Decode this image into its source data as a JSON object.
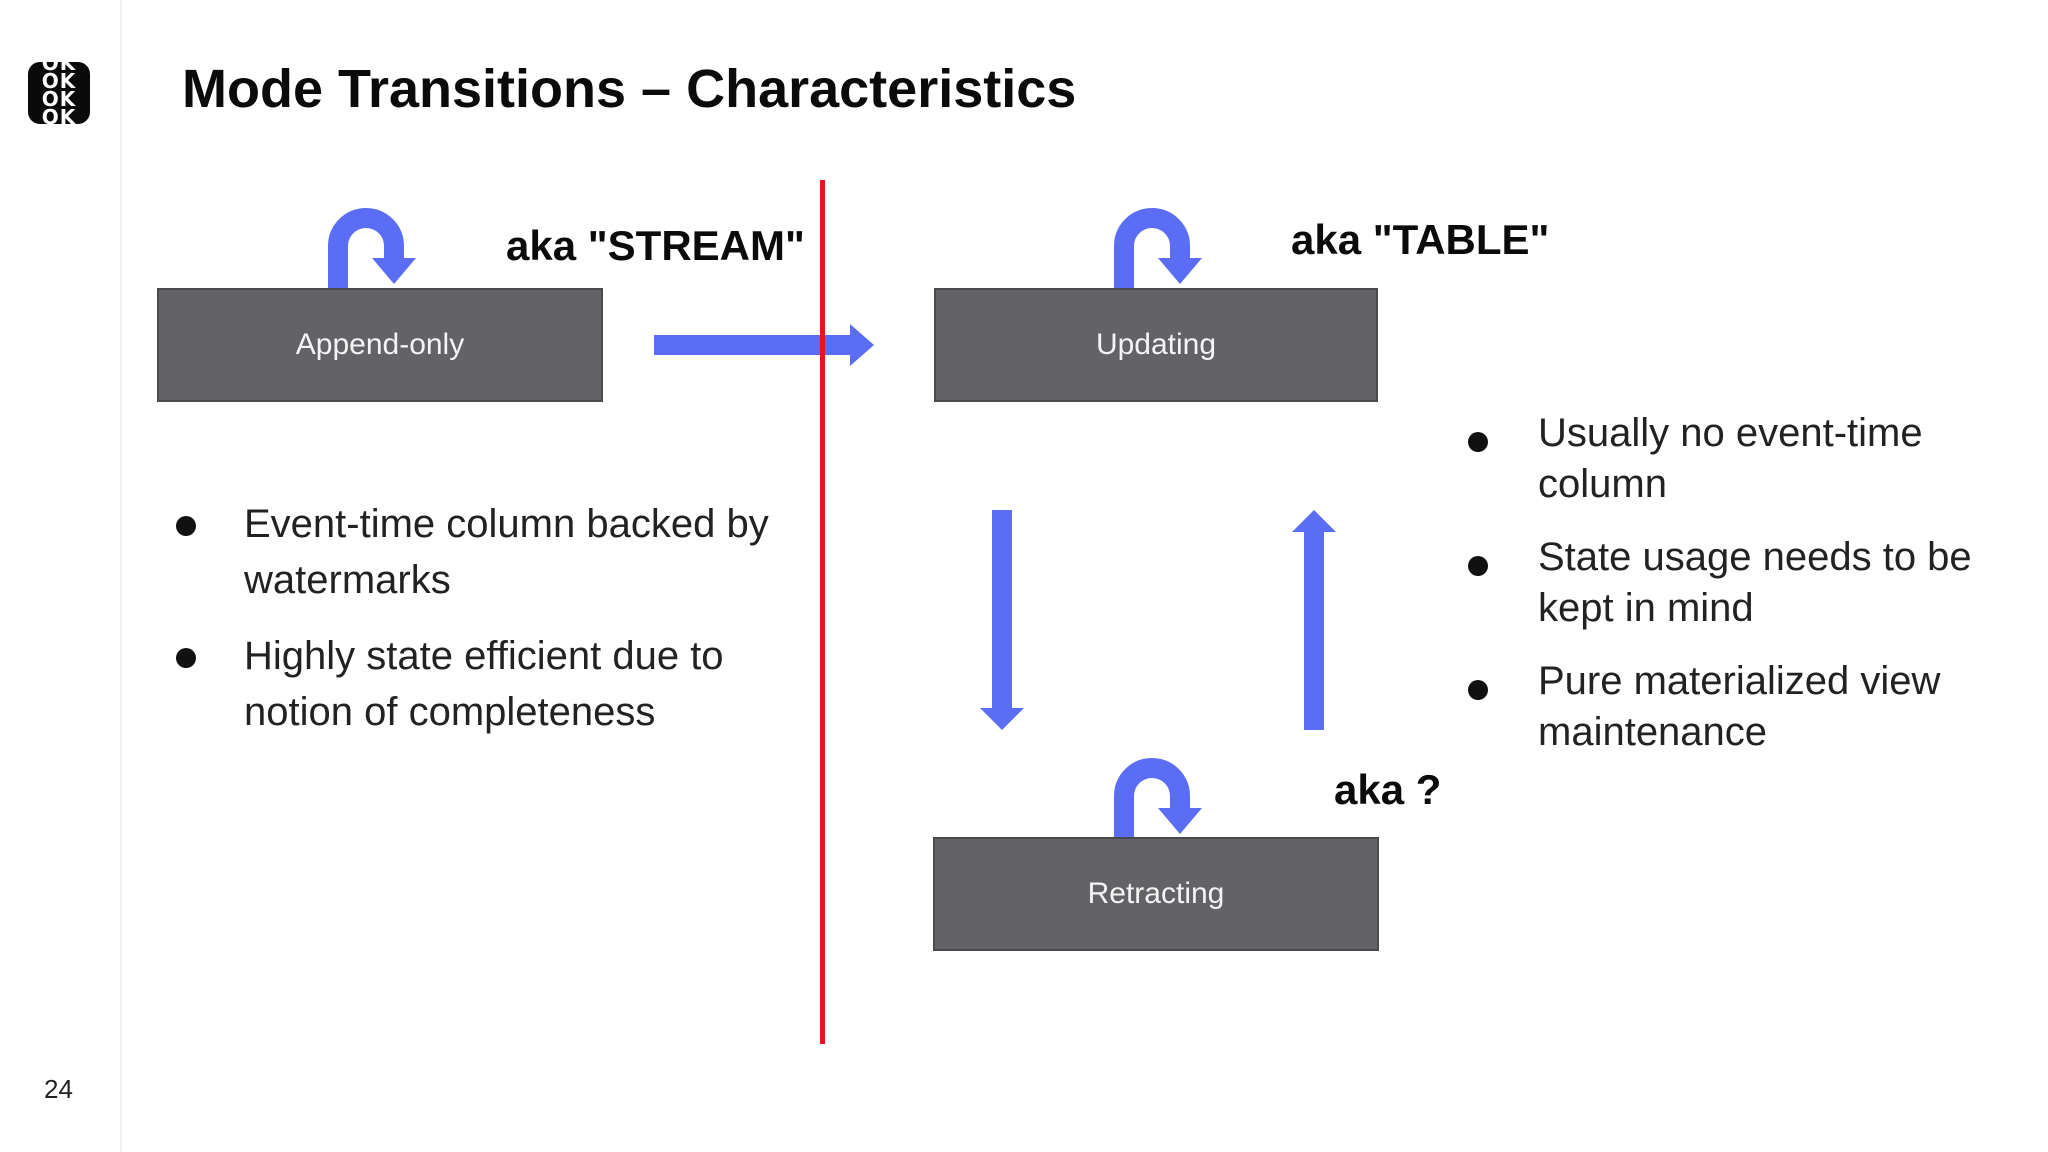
{
  "slide": {
    "title": "Mode Transitions – Characteristics",
    "page_number": "24",
    "logo_text": "OK\nOK\nOK\nOK"
  },
  "diagram": {
    "states": {
      "append_only": {
        "label": "Append-only",
        "aka": "aka \"STREAM\""
      },
      "updating": {
        "label": "Updating",
        "aka": "aka \"TABLE\""
      },
      "retracting": {
        "label": "Retracting",
        "aka": "aka ?"
      }
    },
    "colors": {
      "box_fill": "#636266",
      "arrow": "#5b6cf5",
      "divider": "#e8141e"
    }
  },
  "left_bullets": [
    "Event-time column backed by watermarks",
    "Highly state efficient due to notion of completeness"
  ],
  "right_bullets": [
    "Usually no event-time column",
    "State usage needs to be kept in mind",
    "Pure materialized view maintenance"
  ]
}
